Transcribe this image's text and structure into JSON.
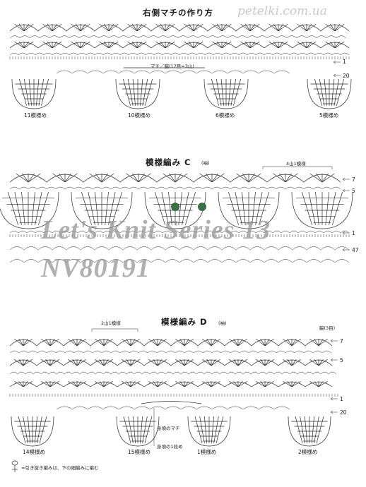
{
  "watermark_site": "petelki.com.ua",
  "watermark_series": "Let's Knit Series 13",
  "watermark_code": "NV80191",
  "section1": {
    "title": "右側マチの作り方",
    "annotation": "マチ／脇(17目=3山)",
    "row_labels": [
      "1",
      "20"
    ],
    "motif_labels": [
      "11模様め",
      "10模様め",
      "6模様め",
      "5模様め"
    ]
  },
  "section2": {
    "title": "模様編み C",
    "title_note": "(袖)",
    "repeat_label": "4山1模様",
    "row_labels": [
      "7",
      "5",
      "1",
      "47"
    ]
  },
  "section3": {
    "title": "模様編み D",
    "title_note": "(袖)",
    "repeat_label": "2山1模様",
    "side_label": "脇(3目)",
    "row_labels": [
      "7",
      "5",
      "1",
      "20"
    ],
    "center_labels": [
      "身頃のマチ",
      "身頃の1段め"
    ],
    "motif_labels": [
      "14模様め",
      "15模様め",
      "1模様め",
      "2模様め"
    ]
  },
  "legend": {
    "text": "=引き抜き編みは、下の細編みに編む"
  },
  "colors": {
    "ink": "#2a2a2a",
    "pattern_c_beads": "#2f7a3a"
  }
}
